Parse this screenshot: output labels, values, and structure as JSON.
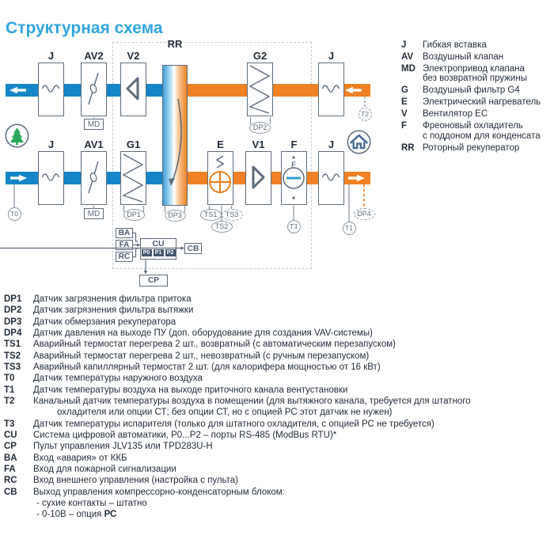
{
  "title": "Структурная схема",
  "colors": {
    "duct_blue": "#1585C8",
    "duct_orange": "#F08124",
    "title_blue": "#31A6DF",
    "outline_slate": "#5E6C7C",
    "connector_gray": "#8D98A4",
    "tree_green": "#2AA75B",
    "chip_dark": "#44566C"
  },
  "icons": {
    "outdoor": "tree-icon",
    "indoor": "house-icon"
  },
  "diagram": {
    "labels": {
      "j": "J",
      "av2": "AV2",
      "v2": "V2",
      "rr": "RR",
      "g2": "G2",
      "av1": "AV1",
      "g1": "G1",
      "e": "E",
      "v1": "V1",
      "f": "F",
      "md": "MD"
    },
    "f_letter": "F",
    "sensors": {
      "t0": "T0",
      "t1": "T1",
      "t2": "T2",
      "t3": "T3",
      "dp1": "DP1",
      "dp2": "DP2",
      "dp3": "DP3",
      "dp4": "DP4",
      "ts1": "TS1",
      "ts2": "TS2",
      "ts3": "TS3"
    },
    "cu": {
      "ba": "BA",
      "fa": "FA",
      "rc": "RC",
      "cu": "CU",
      "cb": "CB",
      "cp": "CP",
      "p0": "P0",
      "p1": "P1",
      "p2": "P2"
    }
  },
  "legend": [
    {
      "key": "J",
      "lines": [
        "Гибкая вставка"
      ]
    },
    {
      "key": "AV",
      "lines": [
        "Воздушный клапан"
      ]
    },
    {
      "key": "MD",
      "lines": [
        "Электропривод клапана",
        "без возвратной пружины"
      ]
    },
    {
      "key": "G",
      "lines": [
        "Воздушный фильтр G4"
      ]
    },
    {
      "key": "E",
      "lines": [
        "Электрический нагреватель"
      ]
    },
    {
      "key": "V",
      "lines": [
        "Вентилятор ЕС"
      ]
    },
    {
      "key": "F",
      "lines": [
        "Фреоновый охладитель",
        "с поддоном для конденсата"
      ]
    },
    {
      "key": "RR",
      "lines": [
        "Роторный рекуператор"
      ]
    }
  ],
  "notes": [
    {
      "key": "DP1",
      "lines": [
        "Датчик загрязнения фильтра притока"
      ]
    },
    {
      "key": "DP2",
      "lines": [
        "Датчик загрязнения фильтра вытяжки"
      ]
    },
    {
      "key": "DP3",
      "lines": [
        "Датчик обмерзания рекуператора"
      ]
    },
    {
      "key": "DP4",
      "lines": [
        "Датчик давления на выходе ПУ (доп. оборудование для создания VAV-системы)"
      ]
    },
    {
      "key": "TS1",
      "lines": [
        "Аварийный термостат перегрева 2 шт., возвратный (с автоматическим перезапуском)"
      ]
    },
    {
      "key": "TS2",
      "lines": [
        "Аварийный термостат перегрева 2 шт., невозвратный (с ручным перезапуском)"
      ]
    },
    {
      "key": "TS3",
      "lines": [
        "Аварийный капиллярный термостат 2 шт. (для калорифера мощностью от 16 кВт)"
      ]
    },
    {
      "key": "T0",
      "lines": [
        "Датчик температуры наружного воздуха"
      ]
    },
    {
      "key": "T1",
      "lines": [
        "Датчик температуры воздуха на выходе приточного канала вентустановки"
      ]
    },
    {
      "key": "T2",
      "lines": [
        "Канальный датчик температуры воздуха в помещении (для вытяжного канала, требуется для штатного",
        "охладителя или опции СТ; без опции СТ, но с опцией РС этот датчик не нужен)"
      ]
    },
    {
      "key": "T3",
      "lines": [
        "Датчик температуры испарителя (только для штатного охладителя, с опцией РС не требуется)"
      ]
    },
    {
      "key": "CU",
      "lines": [
        "Система цифровой автоматики, P0...P2 – порты RS-485 (ModBus RTU)*"
      ]
    },
    {
      "key": "CP",
      "lines": [
        "Пульт управления JLV135 или TPD283U-H"
      ]
    },
    {
      "key": "BA",
      "lines": [
        "Вход «авария» от ККБ"
      ]
    },
    {
      "key": "FA",
      "lines": [
        "Вход для пожарной сигнализации"
      ]
    },
    {
      "key": "RC",
      "lines": [
        "Вход внешнего управления (настройка с пульта)"
      ]
    },
    {
      "key": "CB",
      "lines": [
        "Выход управления компрессорно-конденсаторным блоком:"
      ],
      "sub": [
        {
          "text": "- сухие контакты – штатно",
          "bold": ""
        },
        {
          "text": "- 0-10В – опция ",
          "bold": "РС"
        }
      ]
    }
  ]
}
